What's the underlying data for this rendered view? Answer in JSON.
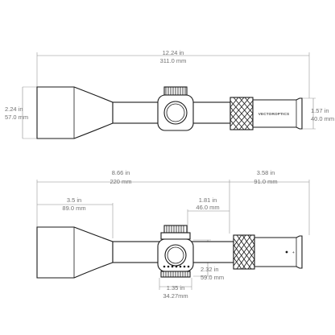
{
  "top_view": {
    "overall_length": {
      "imperial": "12.24 in",
      "metric": "311.0 mm"
    },
    "objective_diameter": {
      "imperial": "2.24 in",
      "metric": "57.0 mm"
    },
    "eyepiece_diameter": {
      "imperial": "1.57 in",
      "metric": "40.0 mm"
    },
    "brand": "VECTOROPTICS"
  },
  "bottom_view": {
    "tube_length": {
      "imperial": "8.66 in",
      "metric": "220 mm"
    },
    "eye_section_length": {
      "imperial": "3.58 in",
      "metric": "91.0 mm"
    },
    "objective_section": {
      "imperial": "3.5 in",
      "metric": "89.0 mm"
    },
    "turret_offset": {
      "imperial": "1.81 in",
      "metric": "46.0 mm"
    },
    "turret_height": {
      "imperial": "2.32 in",
      "metric": "59.0 mm"
    },
    "mount_length": {
      "imperial": "1.35 in",
      "metric": "34.27mm"
    }
  }
}
